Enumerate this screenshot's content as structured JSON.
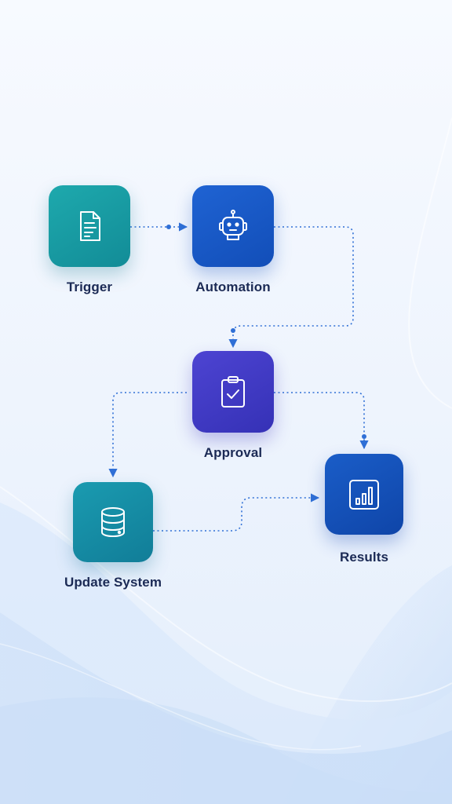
{
  "nodes": {
    "trigger": {
      "label": "Trigger",
      "icon": "document-icon",
      "color": "#1ea9ad"
    },
    "automation": {
      "label": "Automation",
      "icon": "robot-icon",
      "color": "#1f63d3"
    },
    "approval": {
      "label": "Approval",
      "icon": "clipboard-check-icon",
      "color": "#4d44d2"
    },
    "update_system": {
      "label": "Update System",
      "icon": "database-icon",
      "color": "#1a9bb0"
    },
    "results": {
      "label": "Results",
      "icon": "bar-chart-icon",
      "color": "#1a5dc8"
    }
  },
  "connector_color": "#2f6fd6"
}
